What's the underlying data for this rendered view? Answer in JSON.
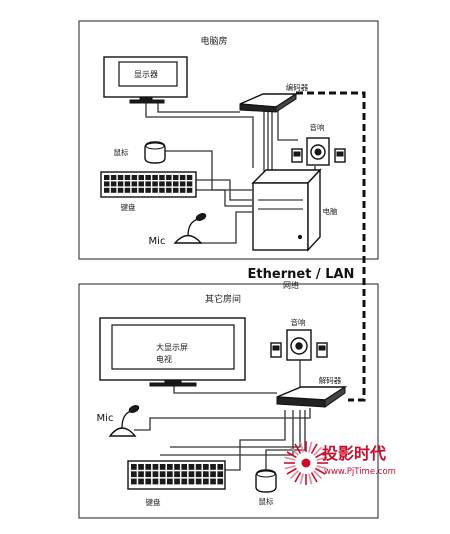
{
  "rooms": {
    "top": {
      "title": "电脑房"
    },
    "bottom": {
      "title": "其它房间"
    }
  },
  "network": {
    "label_en": "Ethernet / LAN",
    "label_zh": "网络"
  },
  "devices": {
    "monitor": "显示器",
    "encoder": "编码器",
    "speaker_top": "音响",
    "mouse_top": "鼠标",
    "keyboard_top": "键盘",
    "computer": "电脑",
    "mic_top": "Mic",
    "big_screen_line1": "大显示屏",
    "big_screen_line2": "电视",
    "speaker_bottom": "音响",
    "decoder": "解码器",
    "mic_bottom": "Mic",
    "keyboard_bottom": "键盘",
    "mouse_bottom": "鼠标"
  },
  "watermark": {
    "title": "投影时代",
    "url": "www.PjTime.com"
  },
  "colors": {
    "line": "#111111",
    "watermark": "#c8102e"
  }
}
